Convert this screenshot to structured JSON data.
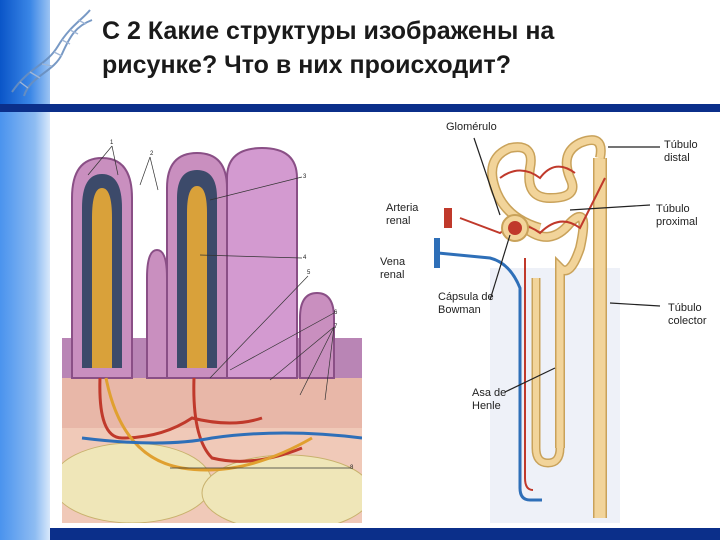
{
  "slide": {
    "title": "С 2 Какие структуры изображены на\nрисунке? Что в них происходит?"
  },
  "villi_figure": {
    "numbers": [
      "1",
      "2",
      "3",
      "4",
      "5",
      "6",
      "7",
      "8"
    ]
  },
  "nephron_figure": {
    "labels": {
      "glomerulo": "Glomérulo",
      "tubulo_distal": "Túbulo\ndistal",
      "arteria_renal": "Arteria\nrenal",
      "tubulo_proximal": "Túbulo\nproximal",
      "vena_renal": "Vena\nrenal",
      "capsula_bowman": "Cápsula de\nBowman",
      "tubulo_colector": "Túbulo\ncolector",
      "asa_henle": "Asa de\nHenle"
    }
  },
  "colors": {
    "accent_blue": "#0b2f8a",
    "artery_red": "#c0392b",
    "vein_blue": "#2e6fb8",
    "tubule_tan": "#f2d49a",
    "tissue_pink": "#c98fbf"
  }
}
